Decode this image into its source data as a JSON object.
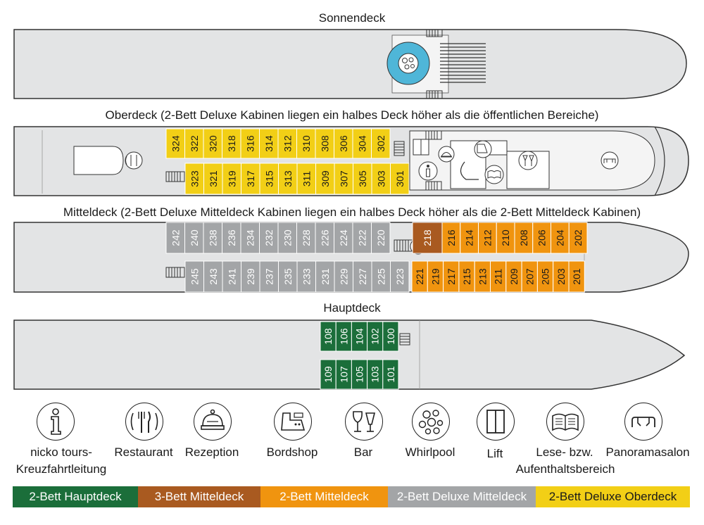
{
  "decks": {
    "sonnendeck": {
      "title": "Sonnendeck"
    },
    "oberdeck": {
      "title": "Oberdeck (2-Bett Deluxe Kabinen liegen ein halbes Deck höher als die öffentlichen Bereiche)"
    },
    "mitteldeck": {
      "title": "Mitteldeck (2-Bett Deluxe Mitteldeck Kabinen liegen ein halbes Deck höher als die 2-Bett Mitteldeck Kabinen)"
    },
    "hauptdeck": {
      "title": "Hauptdeck"
    }
  },
  "colors": {
    "hull": "#e3e4e5",
    "green": "#1b6e3a",
    "brown": "#a95a20",
    "orange": "#f0940f",
    "grey": "#a3a5a7",
    "yellow": "#f2cf16",
    "pool": "#4fb6d8"
  },
  "cabins": {
    "oberdeck_top": [
      "324",
      "322",
      "320",
      "318",
      "316",
      "314",
      "312",
      "310",
      "308",
      "306",
      "304",
      "302"
    ],
    "oberdeck_bottom": [
      "323",
      "321",
      "319",
      "317",
      "315",
      "313",
      "311",
      "309",
      "307",
      "305",
      "303",
      "301"
    ],
    "mitteldeck_top_grey": [
      "242",
      "240",
      "238",
      "236",
      "234",
      "232",
      "230",
      "228",
      "226",
      "224",
      "222",
      "220"
    ],
    "mitteldeck_top_brown": [
      "218"
    ],
    "mitteldeck_top_orange": [
      "216",
      "214",
      "212",
      "210",
      "208",
      "206",
      "204",
      "202"
    ],
    "mitteldeck_bottom_grey": [
      "245",
      "243",
      "241",
      "239",
      "237",
      "235",
      "233",
      "231",
      "229",
      "227",
      "225",
      "223"
    ],
    "mitteldeck_bottom_orange": [
      "221",
      "219",
      "217",
      "215",
      "213",
      "211",
      "209",
      "207",
      "205",
      "203",
      "201"
    ],
    "hauptdeck_top": [
      "108",
      "106",
      "104",
      "102",
      "100"
    ],
    "hauptdeck_bottom": [
      "109",
      "107",
      "105",
      "103",
      "101"
    ]
  },
  "legend": [
    {
      "icon": "info-icon",
      "label": "nicko tours-",
      "label2": "Kreuzfahrtleitung"
    },
    {
      "icon": "restaurant-icon",
      "label": "Restaurant"
    },
    {
      "icon": "reception-bell-icon",
      "label": "Rezeption"
    },
    {
      "icon": "shop-register-icon",
      "label": "Bordshop"
    },
    {
      "icon": "bar-glasses-icon",
      "label": "Bar"
    },
    {
      "icon": "whirlpool-icon",
      "label": "Whirlpool"
    },
    {
      "icon": "lift-icon",
      "label": "Lift"
    },
    {
      "icon": "book-icon",
      "label": "Lese- bzw.",
      "label2": "Aufenthaltsbereich"
    },
    {
      "icon": "panorama-lounge-icon",
      "label": "Panoramasalon"
    }
  ],
  "categories": [
    {
      "label": "2-Bett Hauptdeck",
      "color": "#1b6e3a"
    },
    {
      "label": "3-Bett Mitteldeck",
      "color": "#a95a20"
    },
    {
      "label": "2-Bett Mitteldeck",
      "color": "#f0940f"
    },
    {
      "label": "2-Bett Deluxe Mitteldeck",
      "color": "#a3a5a7"
    },
    {
      "label": "2-Bett Deluxe Oberdeck",
      "color": "#f2cf16"
    }
  ]
}
